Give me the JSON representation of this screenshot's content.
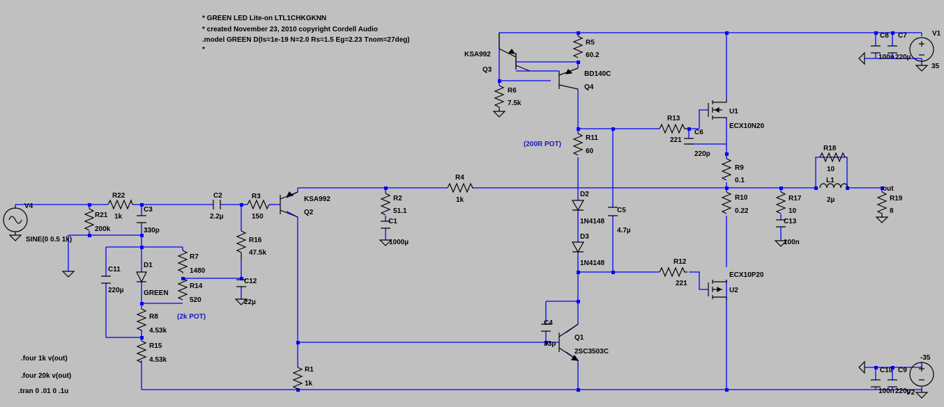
{
  "directives": {
    "line1": "* GREEN LED Lite-on LTL1CHKGKNN",
    "line2": "* created November 23, 2010 copyright Cordell Audio",
    "line3": ".model GREEN D(Is=1e-19 N=2.0 Rs=1.5 Eg=2.23 Tnom=27deg)",
    "line4": "*",
    "four1": ".four 1k v(out)",
    "four2": ".four 20k v(out)",
    "tran": ".tran 0 .01 0 .1u"
  },
  "components": {
    "R5": {
      "name": "R5",
      "value": "60.2"
    },
    "R6": {
      "name": "R6",
      "value": "7.5k"
    },
    "Q3": {
      "name": "Q3",
      "model": "KSA992"
    },
    "Q4": {
      "name": "Q4",
      "model": "BD140C"
    },
    "R11": {
      "name": "R11",
      "value": "60",
      "note": "(200R POT)"
    },
    "R13": {
      "name": "R13",
      "value": "221"
    },
    "C6": {
      "name": "C6",
      "value": "220p"
    },
    "U1": {
      "name": "U1",
      "model": "ECX10N20"
    },
    "C8": {
      "name": "C8",
      "value": "100n"
    },
    "C7": {
      "name": "C7",
      "value": "220µ"
    },
    "V1": {
      "name": "V1",
      "value": "35"
    },
    "R9": {
      "name": "R9",
      "value": "0.1"
    },
    "R10": {
      "name": "R10",
      "value": "0.22"
    },
    "R18": {
      "name": "R18",
      "value": "10"
    },
    "L1": {
      "name": "L1",
      "value": "2µ"
    },
    "out": {
      "label": "out"
    },
    "R19": {
      "name": "R19",
      "value": "8"
    },
    "R17": {
      "name": "R17",
      "value": "10"
    },
    "C13": {
      "name": "C13",
      "value": "100n"
    },
    "R4": {
      "name": "R4",
      "value": "1k"
    },
    "R2": {
      "name": "R2",
      "value": "51.1"
    },
    "C1": {
      "name": "C1",
      "value": "1000µ"
    },
    "Q2": {
      "name": "Q2",
      "model": "KSA992"
    },
    "R3": {
      "name": "R3",
      "value": "150"
    },
    "C2": {
      "name": "C2",
      "value": "2.2µ"
    },
    "R22": {
      "name": "R22",
      "value": "1k"
    },
    "C3": {
      "name": "C3",
      "value": "330p"
    },
    "R21": {
      "name": "R21",
      "value": "200k"
    },
    "V4": {
      "name": "V4",
      "value": "SINE(0 0.5 1k)"
    },
    "R16": {
      "name": "R16",
      "value": "47.5k"
    },
    "C12": {
      "name": "C12",
      "value": "22µ"
    },
    "R7": {
      "name": "R7",
      "value": "1480"
    },
    "R14": {
      "name": "R14",
      "value": "520",
      "note": "(2k POT)"
    },
    "C11": {
      "name": "C11",
      "value": "220µ"
    },
    "D1": {
      "name": "D1",
      "model": "GREEN"
    },
    "R8": {
      "name": "R8",
      "value": "4.53k"
    },
    "R15": {
      "name": "R15",
      "value": "4.53k"
    },
    "D2": {
      "name": "D2",
      "model": "1N4148"
    },
    "D3": {
      "name": "D3",
      "model": "1N4148"
    },
    "C5": {
      "name": "C5",
      "value": "4.7µ"
    },
    "R12": {
      "name": "R12",
      "value": "221"
    },
    "U2": {
      "name": "U2",
      "model": "ECX10P20"
    },
    "C4": {
      "name": "C4",
      "value": "33p"
    },
    "Q1": {
      "name": "Q1",
      "model": "2SC3503C"
    },
    "R1": {
      "name": "R1",
      "value": "1k"
    },
    "C10": {
      "name": "C10",
      "value": "100n"
    },
    "C9": {
      "name": "C9",
      "value": "220µ"
    },
    "V2": {
      "name": "V2",
      "value": "-35"
    }
  }
}
